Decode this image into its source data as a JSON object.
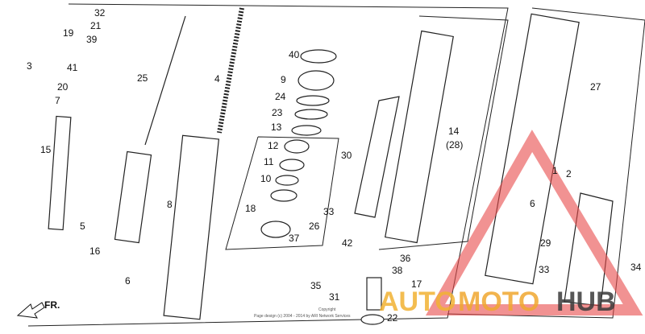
{
  "diagram": {
    "part_labels": [
      "32",
      "21",
      "19",
      "39",
      "3",
      "41",
      "20",
      "7",
      "25",
      "15",
      "5",
      "16",
      "6",
      "4",
      "8",
      "40",
      "9",
      "24",
      "23",
      "13",
      "12",
      "11",
      "10",
      "18",
      "26",
      "37",
      "33",
      "30",
      "14",
      "(28)",
      "42",
      "36",
      "38",
      "35",
      "31",
      "17",
      "22",
      "27",
      "1",
      "2",
      "6",
      "29",
      "33",
      "34"
    ],
    "direction_label": "FR.",
    "copyright_line1": "Copyright",
    "copyright_line2": "Page design (c) 2004 - 2014 by ARI Network Services",
    "watermark": {
      "text_auto": "AUTO",
      "text_moto": "MOTO",
      "text_hub": "HUB",
      "colors": {
        "auto": "#f2b233",
        "moto": "#f0a830",
        "hub": "#3a3a3a",
        "triangle": "#e84a4a"
      }
    }
  }
}
